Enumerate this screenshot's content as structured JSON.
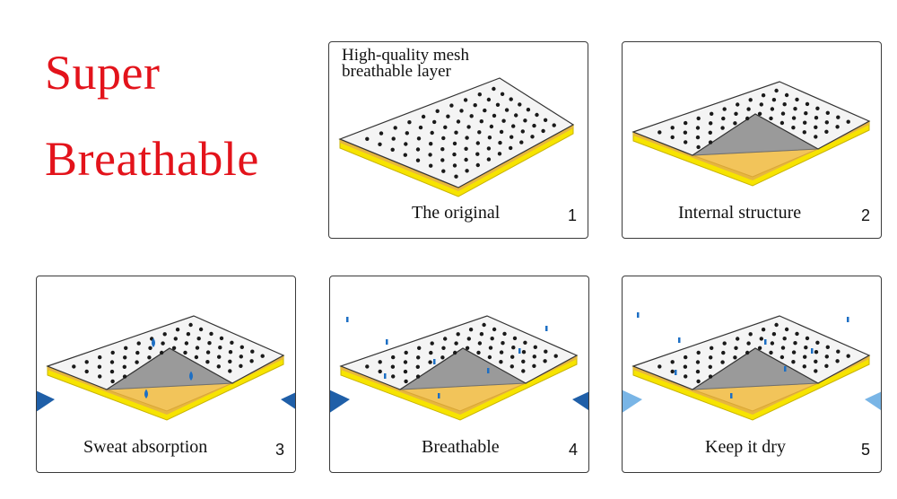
{
  "headline": {
    "line1": "Super",
    "line2": "Breathable"
  },
  "panels": [
    {
      "caption": "The original",
      "number": "1",
      "note_line1": "High-quality mesh",
      "note_line2": "breathable layer"
    },
    {
      "caption": "Internal structure",
      "number": "2"
    },
    {
      "caption": "Sweat absorption",
      "number": "3"
    },
    {
      "caption": "Breathable",
      "number": "4"
    },
    {
      "caption": "Keep it dry",
      "number": "5"
    }
  ],
  "colors": {
    "headline": "#e3131b",
    "mesh": "#f4f4f4",
    "dots": "#1a1a1a",
    "foam": "#f2c45a",
    "edge": "#f7e400",
    "core": "#9a9a9a",
    "arrow_dark": "#1f5fa8",
    "arrow_light": "#79b5e6",
    "droplet": "#1d6fc4"
  }
}
